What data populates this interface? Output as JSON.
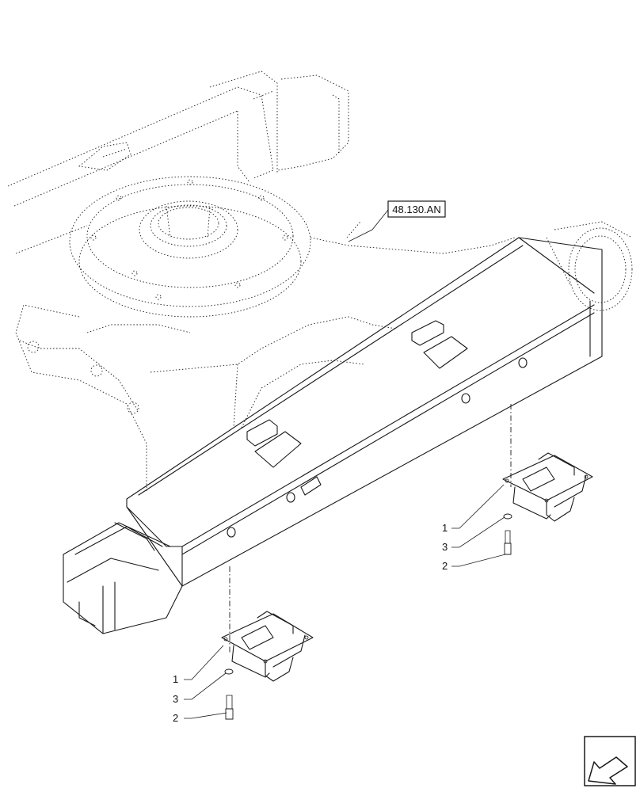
{
  "reference_label": "48.130.AN",
  "callouts_right": [
    {
      "label": "1"
    },
    {
      "label": "3"
    },
    {
      "label": "2"
    }
  ],
  "callouts_left": [
    {
      "label": "1"
    },
    {
      "label": "3"
    },
    {
      "label": "2"
    }
  ],
  "corner_icon": "view-arrow-icon"
}
